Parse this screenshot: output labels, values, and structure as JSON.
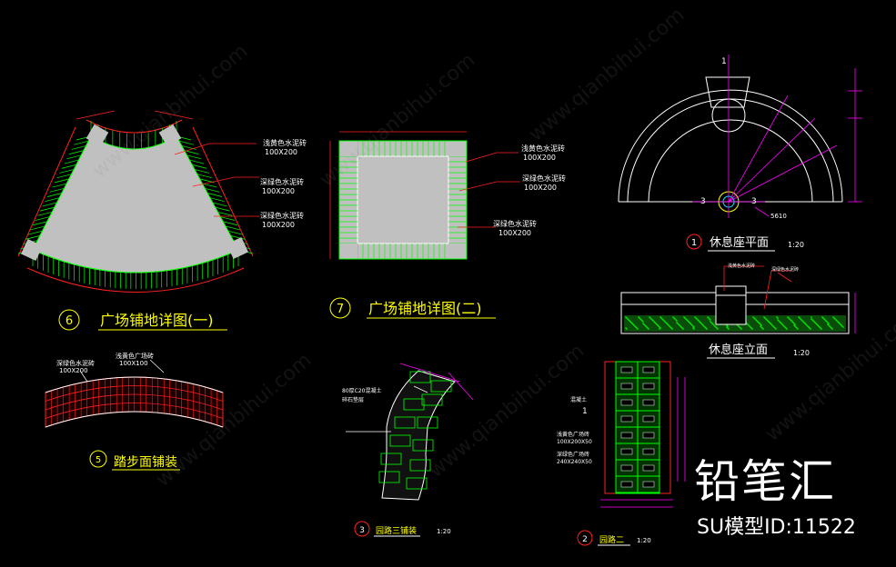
{
  "titles": {
    "t6": "广场铺地详图(一)",
    "t7": "广场铺地详图(二)",
    "t1": "休息座平面",
    "elev": "休息座立面",
    "t5": "踏步面铺装",
    "t3": "园路三铺装",
    "t2": "园路二"
  },
  "numbers": {
    "n6": "6",
    "n7": "7",
    "n1": "1",
    "n5": "5",
    "n3": "3",
    "n2": "2"
  },
  "scales": {
    "s1": "1:20",
    "s_elev": "1:20",
    "s3": "1:20",
    "s2": "1:20"
  },
  "notes": {
    "d6a": "浅黄色水泥砖",
    "d6a2": "100X200",
    "d6b": "深绿色水泥砖",
    "d6b2": "100X200",
    "d6c": "深绿色水泥砖",
    "d6c2": "100X200",
    "d7a": "浅黄色水泥砖",
    "d7a2": "100X200",
    "d7b": "深绿色水泥砖",
    "d7b2": "100X200",
    "d7c": "深绿色水泥砖",
    "d7c2": "100X200",
    "d5a": "深绿色水泥砖",
    "d5a2": "100X200",
    "d5b": "浅黄色广场砖",
    "d5b2": "100X100",
    "d3a": "80厚C20混凝土",
    "d3b": "碎石垫层",
    "d2a": "浅黄色广场砖",
    "d2a2": "100X200X50",
    "d2b": "深绿色广场砖",
    "d2b2": "240X240X50",
    "d2c": "混凝土",
    "r5": "5610",
    "secA": "1",
    "secB": "3"
  },
  "watermark": "www.qianbihui.com",
  "brand": {
    "name": "铅笔汇",
    "model_id": "SU模型ID:11522"
  },
  "colors": {
    "line": "#ffffff",
    "cyan": "#00e5ff",
    "green": "#00ff00",
    "red": "#ff2020",
    "magenta": "#ff00ff",
    "yellow": "#ffff00",
    "gray": "#c0c0c0"
  }
}
